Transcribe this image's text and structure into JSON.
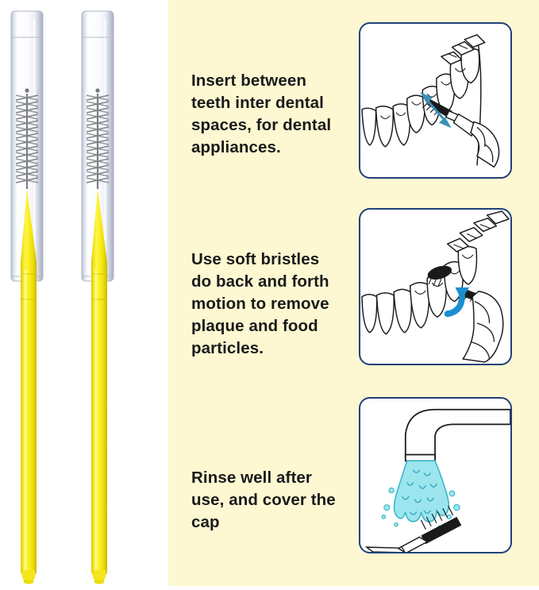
{
  "page": {
    "kind": "product-instruction-graphic",
    "background_left": "#ffffff",
    "background_right": "#fdf8d2"
  },
  "product": {
    "name": "interdental brush",
    "count": 2,
    "handle_color": "#f7e92a",
    "cap_color": "#e8eaf2",
    "bristle_color": "#8f9196",
    "wire_color": "#7a7d83",
    "items": [
      {
        "label": "interdental-brush-left"
      },
      {
        "label": "interdental-brush-right"
      }
    ]
  },
  "steps": [
    {
      "id": "step-1",
      "text": "Insert between\nteeth inter dental\nspaces, for dental\nappliances.",
      "illustration": {
        "name": "insert-between-teeth-illustration",
        "arrow_type": "double-headed-straight",
        "arrow_color": "#3a91b5",
        "brush_color": "#1a1a1a",
        "outline_color": "#1a1a1a"
      }
    },
    {
      "id": "step-2",
      "text": "Use soft bristles\ndo back and forth\nmotion to remove\nplaque and food\nparticles.",
      "illustration": {
        "name": "back-and-forth-motion-illustration",
        "arrow_type": "curved",
        "arrow_color": "#1b8ed0",
        "brush_color": "#1a1a1a",
        "outline_color": "#1a1a1a"
      }
    },
    {
      "id": "step-3",
      "text": "Rinse well after\nuse, and cover the\ncap",
      "illustration": {
        "name": "rinse-under-faucet-illustration",
        "water_fill": "#9ce5ee",
        "water_outline": "#35b6c8",
        "brush_color": "#1a1a1a",
        "outline_color": "#1a1a1a"
      }
    }
  ],
  "panel_style": {
    "border_color": "#20417a",
    "fill": "#ffffff",
    "corner_radius": "14px"
  }
}
